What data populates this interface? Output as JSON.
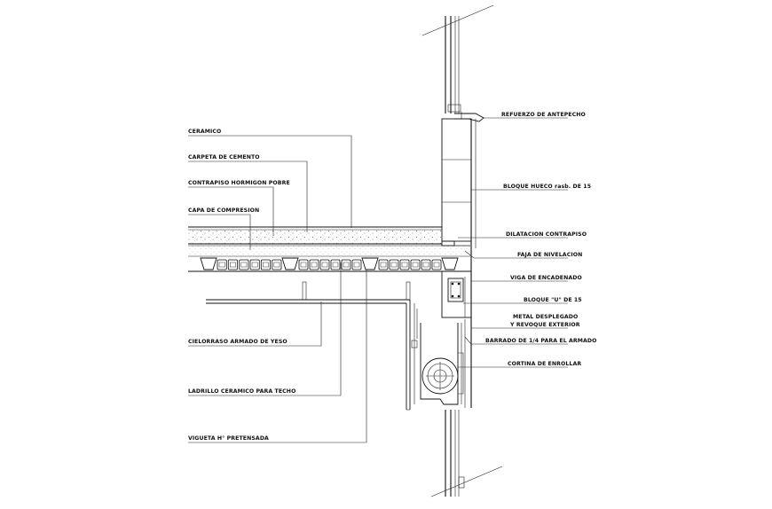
{
  "labels": {
    "ceramico": "CERAMICO",
    "carpeta": "CARPETA DE CEMENTO",
    "contrapiso": "CONTRAPISO HORMIGON POBRE",
    "capa": "CAPA DE COMPRESION",
    "cielorraso": "CIELORRASO ARMADO DE YESO",
    "ladrillo": "LADRILLO CERAMICO PARA TECHO",
    "vigueta": "VIGUETA H° PRETENSADA",
    "refuerzo": "REFUERZO DE ANTEPECHO",
    "bloque_hueco": "BLOQUE HUECO rasb. DE 15",
    "dilatacion": "DILATACION CONTRAPISO",
    "faja": "FAJA DE NIVELACION",
    "viga": "VIGA DE ENCADENADO",
    "bloque_u": "BLOQUE \"U\" DE 15",
    "metal_1": "METAL DESPLEGADO",
    "metal_2": "Y REVOQUE EXTERIOR",
    "barrado": "BARRADO DE 1/4 PARA EL ARMADO",
    "cortina": "CORTINA DE ENROLLAR"
  },
  "colors": {
    "ink": "#111111",
    "hatch": "#555555",
    "background": "#ffffff"
  }
}
